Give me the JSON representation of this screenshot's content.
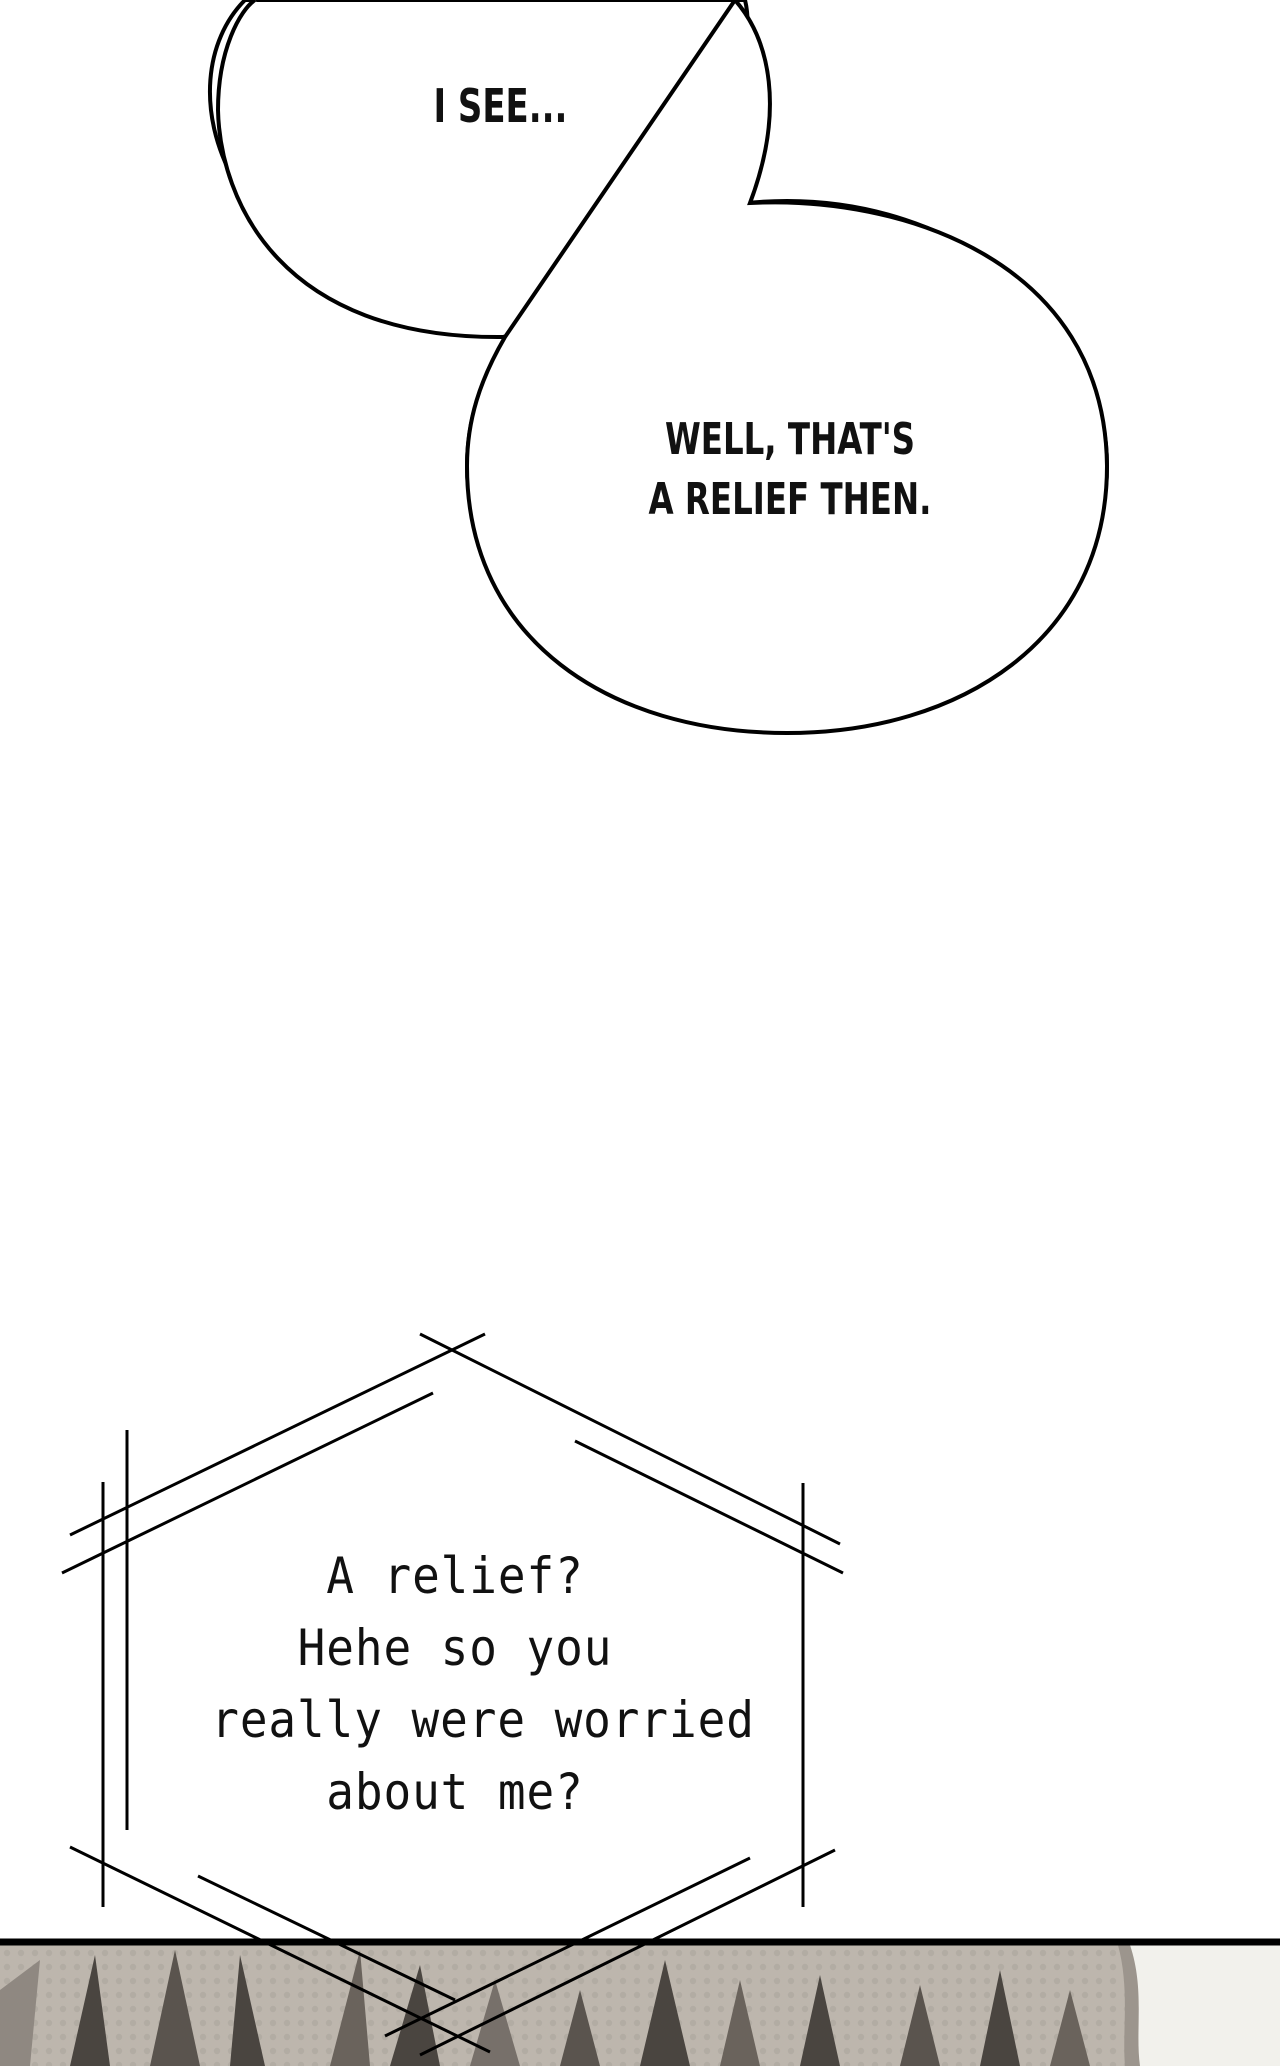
{
  "panel": {
    "background_color": "#ffffff",
    "ink_color": "#111111",
    "scene_colors": [
      "#bdb6ad",
      "#9c958d",
      "#4a4540",
      "#f2f1ec"
    ]
  },
  "bubbles": [
    {
      "shape": "speech-bubble",
      "lines": [
        "I SEE..."
      ]
    },
    {
      "shape": "speech-bubble",
      "lines": [
        "WELL, THAT'S",
        "A RELIEF THEN."
      ]
    }
  ],
  "thought_box": {
    "shape": "hexagon-frame",
    "lines": [
      "A relief?",
      "Hehe so you",
      "really were worried",
      "about me?"
    ]
  }
}
